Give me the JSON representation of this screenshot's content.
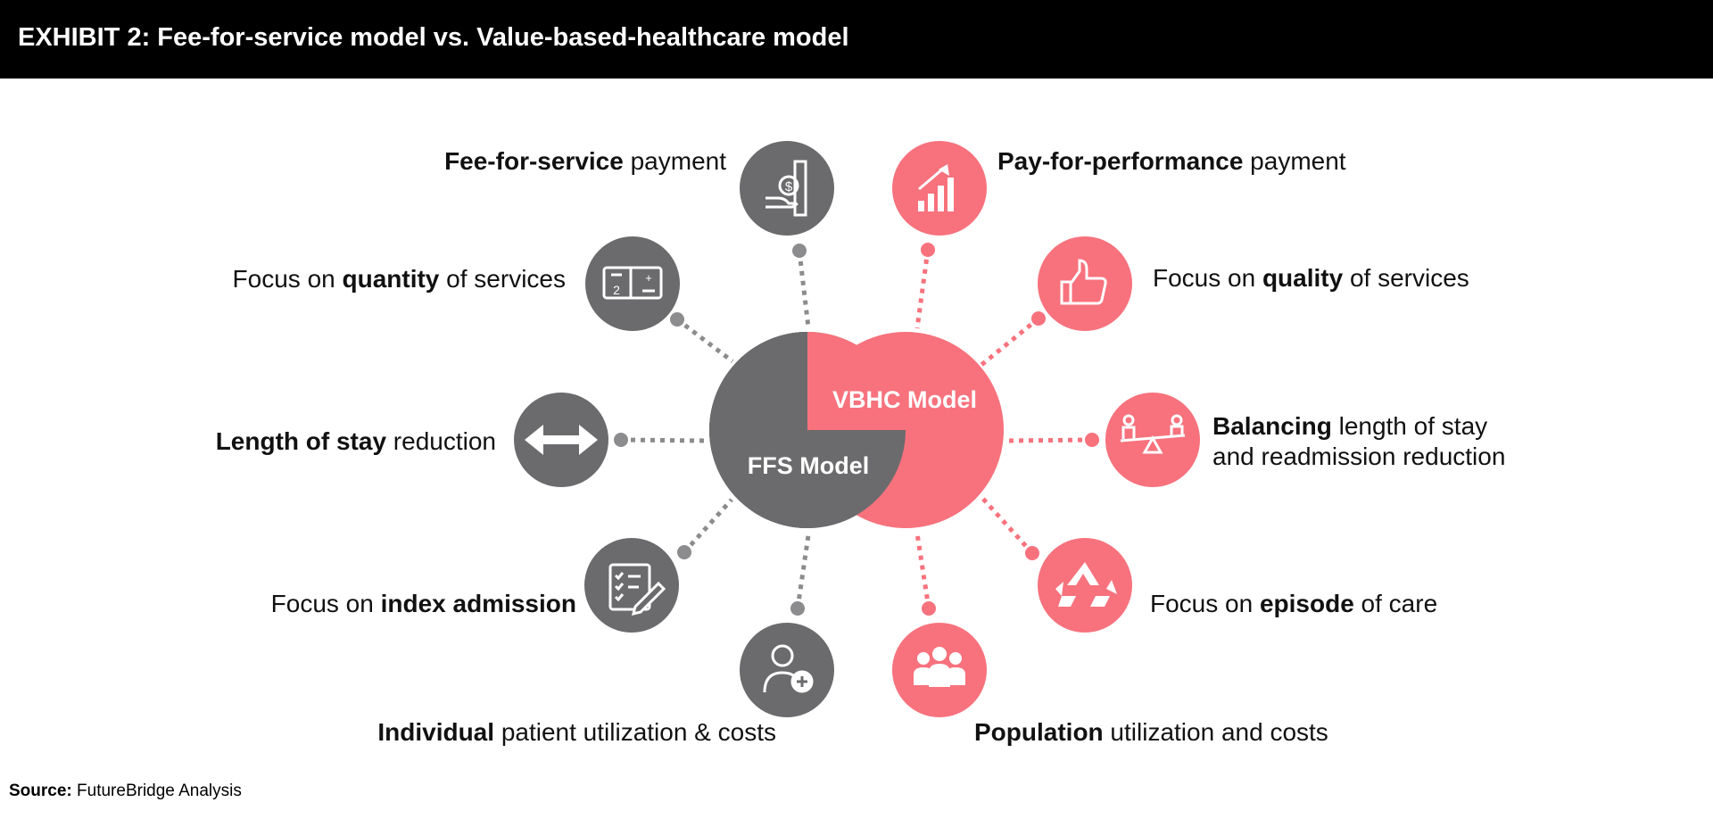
{
  "title": "EXHIBIT 2: Fee-for-service model vs. Value-based-healthcare model",
  "center": {
    "ffs_label": "FFS Model",
    "vbhc_label": "VBHC Model"
  },
  "colors": {
    "ffs": "#6b6b6d",
    "vbhc": "#f7727d",
    "header_bg": "#000000"
  },
  "ffs_items": [
    {
      "bold": "Fee-for-service",
      "rest": " payment",
      "icon": "payment-hand-icon"
    },
    {
      "pre": "Focus on ",
      "bold": "quantity",
      "rest": " of services",
      "icon": "calculator-icon"
    },
    {
      "bold": "Length of stay",
      "rest": " reduction",
      "icon": "double-arrow-icon"
    },
    {
      "pre": "Focus on ",
      "bold": "index admission",
      "icon": "checklist-pen-icon"
    },
    {
      "bold": "Individual",
      "rest": " patient utilization & costs",
      "icon": "patient-add-icon"
    }
  ],
  "vbhc_items": [
    {
      "bold": "Pay-for-performance",
      "rest": " payment",
      "icon": "growth-chart-icon"
    },
    {
      "pre": "Focus on ",
      "bold": "quality",
      "rest": " of services",
      "icon": "thumbs-up-icon"
    },
    {
      "bold": "Balancing",
      "rest": " length of stay",
      "line2": "and readmission reduction",
      "icon": "balance-scale-icon"
    },
    {
      "pre": "Focus on ",
      "bold": "episode",
      "rest": " of care",
      "icon": "recycle-icon"
    },
    {
      "bold": "Population",
      "rest": " utilization and costs",
      "icon": "group-people-icon"
    }
  ],
  "source": {
    "label": "Source:",
    "text": " FutureBridge Analysis"
  }
}
